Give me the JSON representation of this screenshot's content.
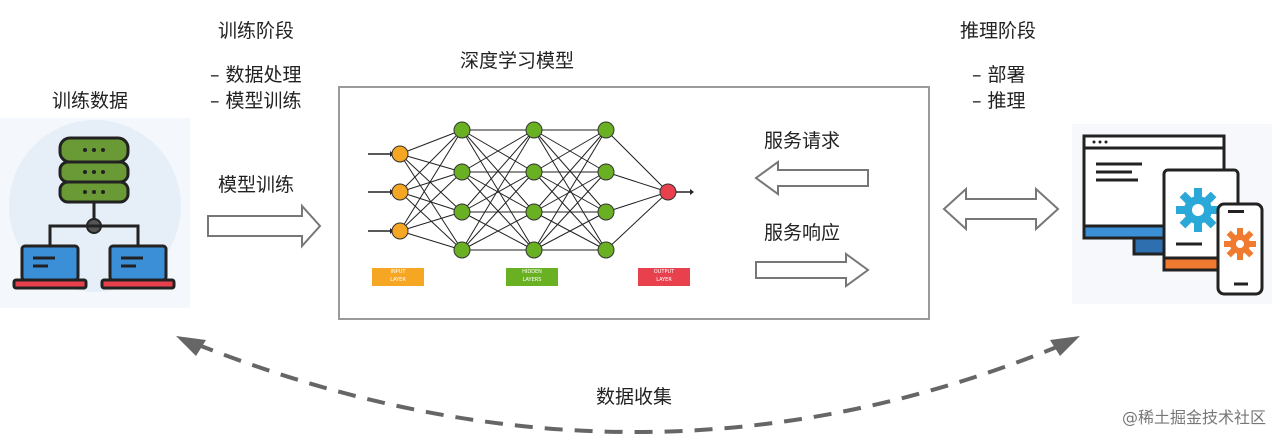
{
  "left": {
    "title": "训练数据"
  },
  "training": {
    "stage_title": "训练阶段",
    "items": [
      "– 数据处理",
      "– 模型训练"
    ],
    "arrow_label": "模型训练"
  },
  "model": {
    "title": "深度学习模型",
    "input_tag": [
      "INPUT",
      "LAYER"
    ],
    "hidden_tag": [
      "HIDDEN",
      "LAYERS"
    ],
    "output_tag": [
      "OUTPUT",
      "LAYER"
    ]
  },
  "service": {
    "request_label": "服务请求",
    "response_label": "服务响应"
  },
  "inference": {
    "stage_title": "推理阶段",
    "items": [
      "– 部署",
      "– 推理"
    ]
  },
  "feedback": {
    "label": "数据收集"
  },
  "watermark": "@稀土掘金技术社区",
  "colors": {
    "input_node": "#f5a623",
    "hidden_node": "#6ab023",
    "output_node": "#e8414d",
    "db": "#6a9a35",
    "laptop": "#3b8fd6",
    "gear_blue": "#2aa8d8",
    "gear_orange": "#f07a2f"
  }
}
